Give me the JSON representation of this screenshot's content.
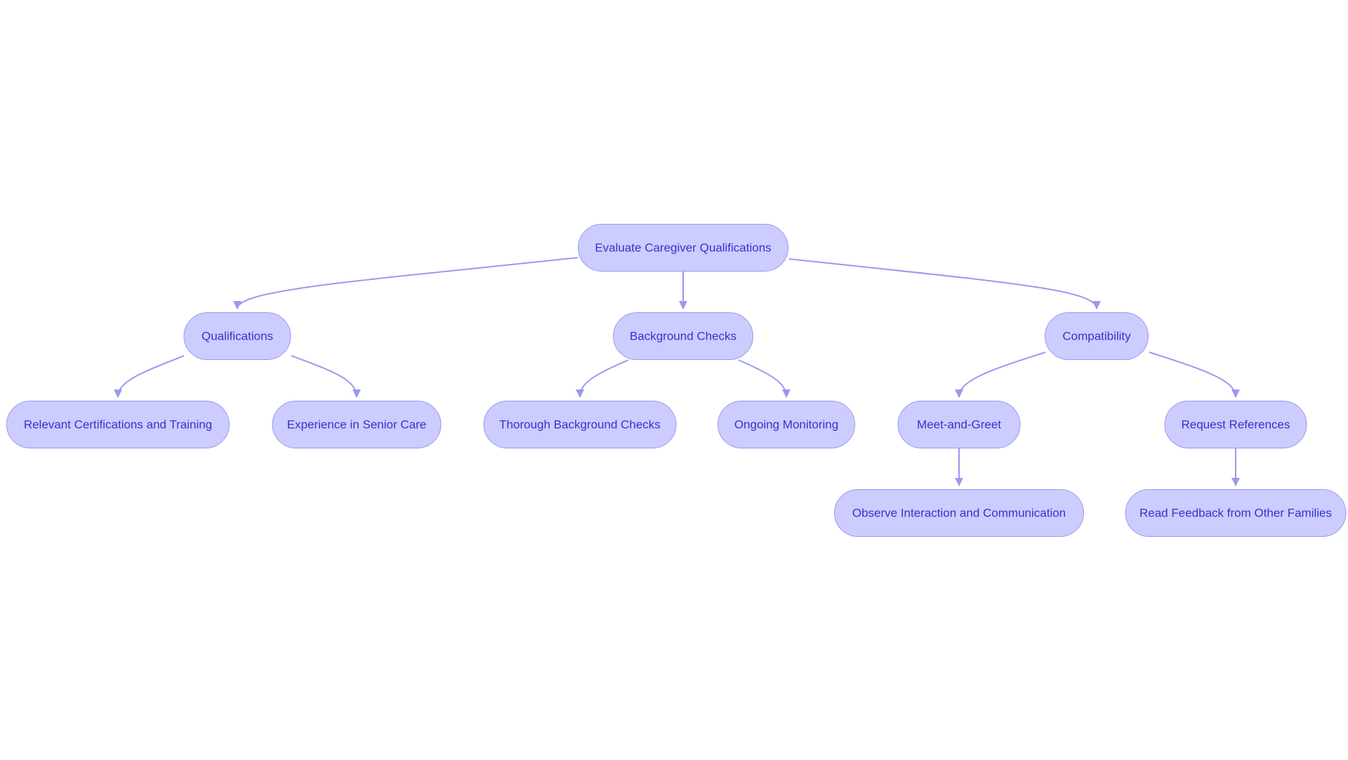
{
  "colors": {
    "node_fill": "#CCCCFF",
    "node_border": "#9999EE",
    "node_text": "#3333CC",
    "edge": "#9999EE",
    "background": "#FFFFFF"
  },
  "nodes": [
    {
      "id": "evaluate",
      "label": "Evaluate Caregiver Qualifications"
    },
    {
      "id": "qualifications",
      "label": "Qualifications"
    },
    {
      "id": "background",
      "label": "Background Checks"
    },
    {
      "id": "compatibility",
      "label": "Compatibility"
    },
    {
      "id": "certifications",
      "label": "Relevant Certifications and Training"
    },
    {
      "id": "experience",
      "label": "Experience in Senior Care"
    },
    {
      "id": "thorough",
      "label": "Thorough Background Checks"
    },
    {
      "id": "monitoring",
      "label": "Ongoing Monitoring"
    },
    {
      "id": "meet",
      "label": "Meet-and-Greet"
    },
    {
      "id": "references",
      "label": "Request References"
    },
    {
      "id": "observe",
      "label": "Observe Interaction and Communication"
    },
    {
      "id": "feedback",
      "label": "Read Feedback from Other Families"
    }
  ],
  "edges": [
    {
      "from": "evaluate",
      "to": "qualifications"
    },
    {
      "from": "evaluate",
      "to": "background"
    },
    {
      "from": "evaluate",
      "to": "compatibility"
    },
    {
      "from": "qualifications",
      "to": "certifications"
    },
    {
      "from": "qualifications",
      "to": "experience"
    },
    {
      "from": "background",
      "to": "thorough"
    },
    {
      "from": "background",
      "to": "monitoring"
    },
    {
      "from": "compatibility",
      "to": "meet"
    },
    {
      "from": "compatibility",
      "to": "references"
    },
    {
      "from": "meet",
      "to": "observe"
    },
    {
      "from": "references",
      "to": "feedback"
    }
  ]
}
